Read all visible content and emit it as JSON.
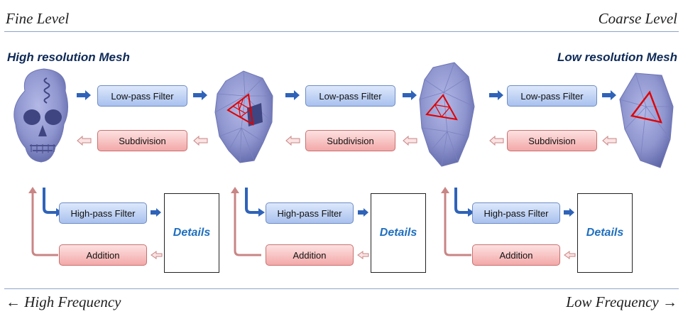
{
  "header": {
    "left": "Fine Level",
    "right": "Coarse Level"
  },
  "footer": {
    "left": "← High Frequency",
    "right": "Low Frequency →"
  },
  "mesh_labels": {
    "high": "High resolution Mesh",
    "low": "Low resolution Mesh"
  },
  "pipeline": {
    "low_pass": "Low-pass Filter",
    "subdivision": "Subdivision",
    "high_pass": "High-pass Filter",
    "addition": "Addition",
    "details": "Details"
  },
  "colors": {
    "mesh_fill": "#8f96cf",
    "mesh_stroke": "#6e76b4",
    "triangle": "#e00000",
    "blue_arrow": "#2f63b9",
    "red_arrow": "#c98585",
    "rule": "#8ea4c8"
  }
}
